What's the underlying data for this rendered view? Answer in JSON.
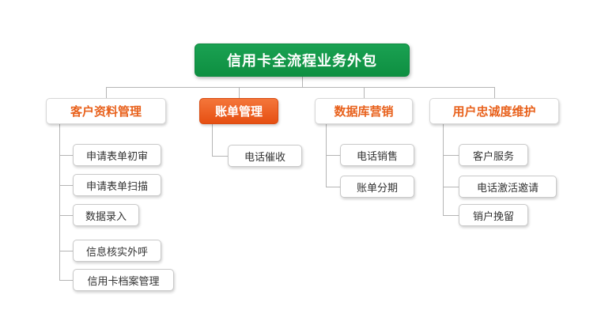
{
  "root": {
    "label": "信用卡全流程业务外包"
  },
  "branches": [
    {
      "label": "客户资料管理",
      "highlighted": false,
      "children": [
        {
          "label": "申请表单初审"
        },
        {
          "label": "申请表单扫描"
        },
        {
          "label": "数据录入"
        },
        {
          "label": "信息核实外呼"
        },
        {
          "label": "信用卡档案管理"
        }
      ]
    },
    {
      "label": "账单管理",
      "highlighted": true,
      "children": [
        {
          "label": "电话催收"
        }
      ]
    },
    {
      "label": "数据库营销",
      "highlighted": false,
      "children": [
        {
          "label": "电话销售"
        },
        {
          "label": "账单分期"
        }
      ]
    },
    {
      "label": "用户忠诚度维护",
      "highlighted": false,
      "children": [
        {
          "label": "客户服务"
        },
        {
          "label": "电话激活邀请"
        },
        {
          "label": "销户挽留"
        }
      ]
    }
  ],
  "colors": {
    "root_bg": "#12984a",
    "branch_accent": "#e8611c",
    "highlight_bg": "#ed5a1e",
    "node_border": "#c9c9c9",
    "connector": "#b5b5b5"
  }
}
